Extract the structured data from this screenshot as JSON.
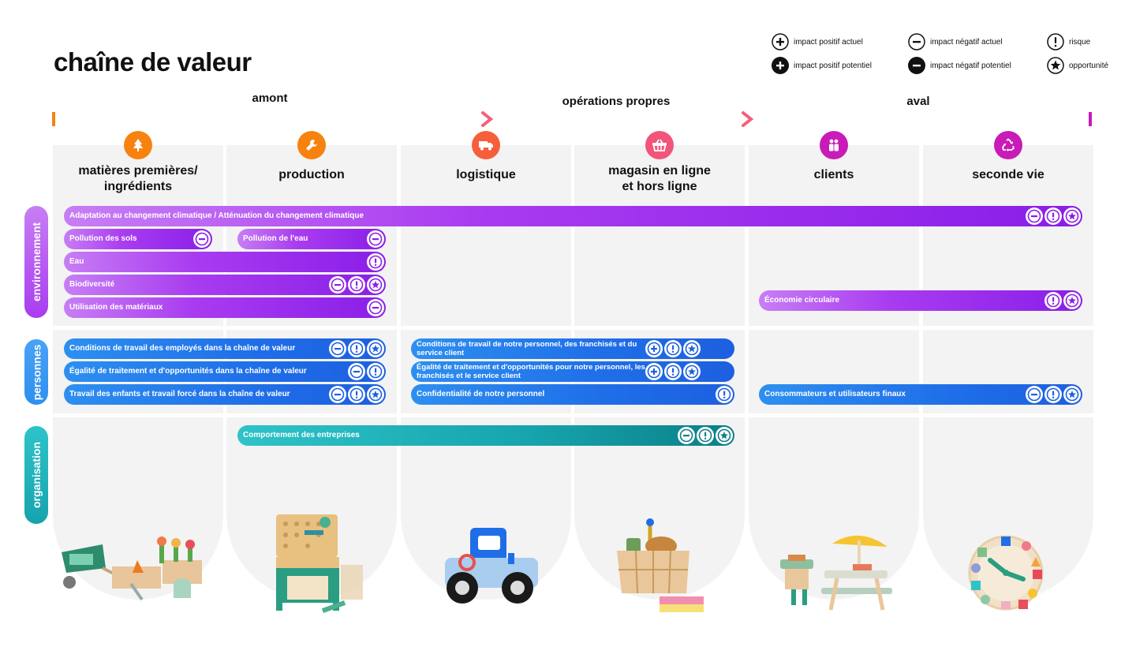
{
  "title": "chaîne de valeur",
  "legend": [
    {
      "icon": "plus-outline-icon",
      "label": "impact positif actuel"
    },
    {
      "icon": "minus-outline-icon",
      "label": "impact négatif actuel"
    },
    {
      "icon": "exclamation-outline-icon",
      "label": "risque"
    },
    {
      "icon": "plus-filled-icon",
      "label": "impact positif potentiel"
    },
    {
      "icon": "minus-filled-icon",
      "label": "impact négatif potentiel"
    },
    {
      "icon": "star-outline-icon",
      "label": "opportunité"
    }
  ],
  "stages": {
    "upstream": "amont",
    "own": "opérations propres",
    "downstream": "aval"
  },
  "columns": [
    {
      "label1": "matières premières/",
      "label2": "ingrédients",
      "icon": "tree-icon",
      "color": "#f7820f"
    },
    {
      "label1": "production",
      "label2": "",
      "icon": "wrench-icon",
      "color": "#f7820f"
    },
    {
      "label1": "logistique",
      "label2": "",
      "icon": "truck-icon",
      "color": "#f75e3b"
    },
    {
      "label1": "magasin en ligne",
      "label2": "et hors ligne",
      "icon": "basket-icon",
      "color": "#f2547a"
    },
    {
      "label1": "clients",
      "label2": "",
      "icon": "people-icon",
      "color": "#c81bb7"
    },
    {
      "label1": "seconde vie",
      "label2": "",
      "icon": "recycle-icon",
      "color": "#c81bb7"
    }
  ],
  "rows": {
    "environment": "environnement",
    "people": "personnes",
    "organisation": "organisation"
  },
  "colors": {
    "upstream": "#f7820f",
    "own": "#f75e7a",
    "downstream": "#c81bb7",
    "env": "#a93cf0",
    "ppl": "#1f6ee8",
    "org": "#16a3ad"
  },
  "bars": [
    {
      "text": "Adaptation au changement climatique / Atténuation du changement climatique",
      "icons": [
        "minus",
        "risk",
        "star"
      ]
    },
    {
      "text": "Pollution des sols",
      "icons": [
        "minus"
      ]
    },
    {
      "text": "Pollution de l'eau",
      "icons": [
        "minus"
      ]
    },
    {
      "text": "Eau",
      "icons": [
        "risk"
      ]
    },
    {
      "text": "Biodiversité",
      "icons": [
        "minus",
        "risk",
        "star"
      ]
    },
    {
      "text": "Utilisation des matériaux",
      "icons": [
        "minus"
      ]
    },
    {
      "text": "Économie circulaire",
      "icons": [
        "risk",
        "star"
      ]
    },
    {
      "text": "Conditions de travail des employés dans la chaîne de valeur",
      "icons": [
        "minus",
        "risk",
        "star"
      ]
    },
    {
      "text": "Égalité de traitement et d'opportunités dans la chaîne de valeur",
      "icons": [
        "minus",
        "risk"
      ]
    },
    {
      "text": "Travail des enfants et travail forcé dans la chaîne de valeur",
      "icons": [
        "minus",
        "risk",
        "star"
      ]
    },
    {
      "text": "Conditions de travail de notre personnel, des franchisés et du service client",
      "icons": [
        "plus",
        "risk",
        "star"
      ]
    },
    {
      "text": "Égalité de traitement et d'opportunités pour notre personnel, les franchisés et le service client",
      "icons": [
        "plus",
        "risk",
        "star"
      ]
    },
    {
      "text": "Confidentialité de notre personnel",
      "icons": [
        "risk"
      ]
    },
    {
      "text": "Consommateurs et utilisateurs finaux",
      "icons": [
        "minus",
        "risk",
        "star"
      ]
    },
    {
      "text": "Comportement des entreprises",
      "icons": [
        "minus",
        "risk",
        "star"
      ]
    }
  ],
  "toys": [
    "wheelbarrow-garden-toy",
    "workbench-toy",
    "tractor-toy",
    "basket-toy",
    "picnic-table-toy",
    "clock-puzzle-toy"
  ]
}
